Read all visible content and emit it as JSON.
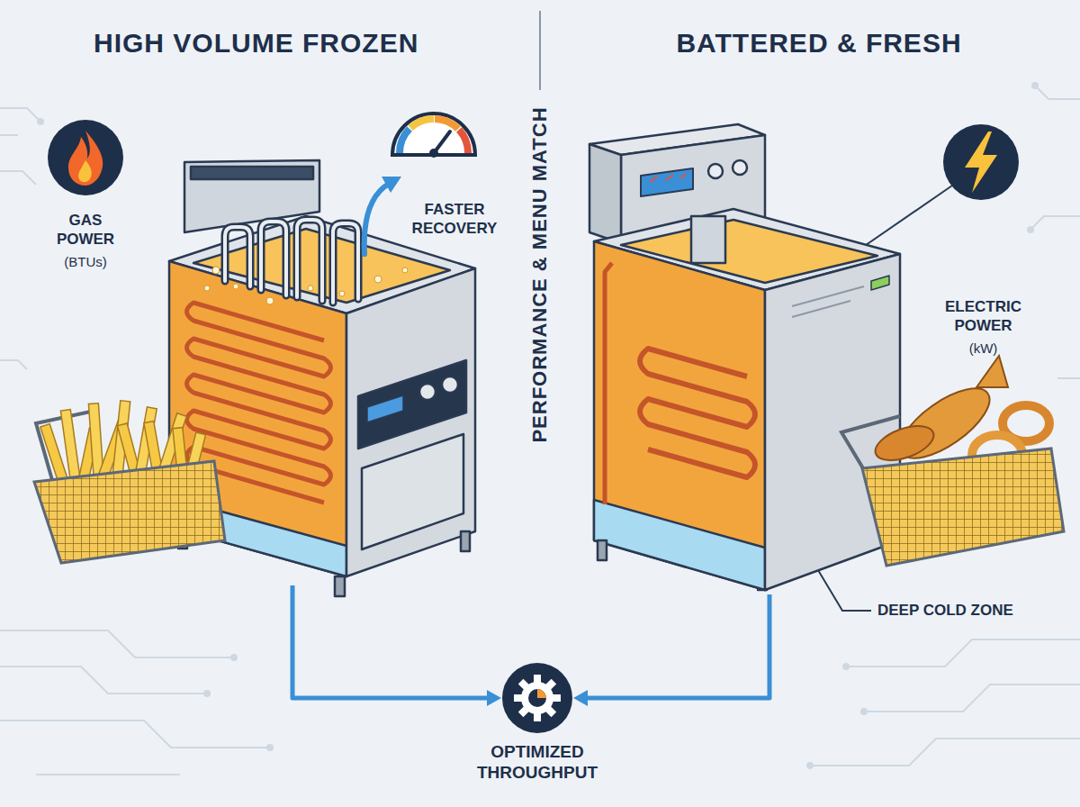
{
  "diagram": {
    "nodes": [
      {
        "text": [
          "HIGH VOLUME FROZEN"
        ]
      },
      {
        "text": [
          "BATTERED & FRESH"
        ]
      },
      {
        "text": [
          "OPTIMIZED THROUGHPUT"
        ]
      }
    ],
    "edges": [
      {
        "from": 0,
        "to": 2,
        "arrow": "to"
      },
      {
        "from": 1,
        "to": 2,
        "arrow": "to"
      }
    ],
    "labels": [
      "GAS POWER",
      "(BTUs)",
      "FASTER RECOVERY",
      "PERFORMANCE & MENU MATCH",
      "ELECTRIC POWER",
      "(kW)",
      "DEEP COLD ZONE"
    ]
  }
}
